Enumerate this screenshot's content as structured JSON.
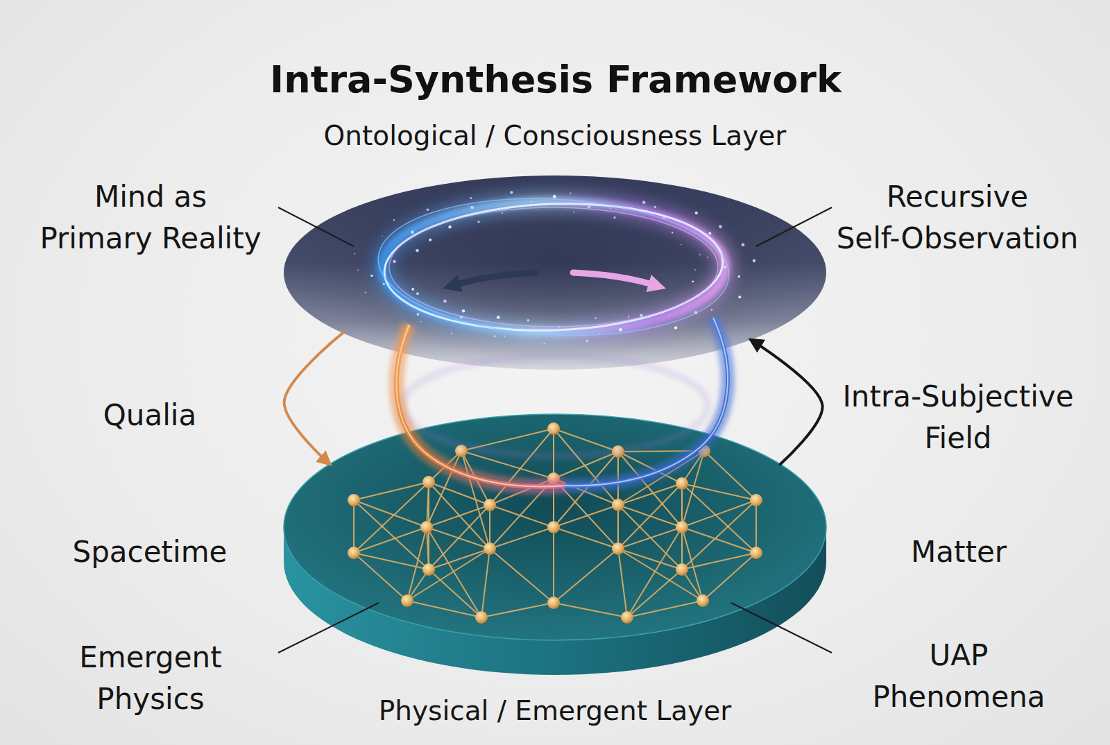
{
  "diagram": {
    "title": "Intra-Synthesis Framework",
    "nodes": [
      {
        "text": [
          "Ontological / Consciousness Layer"
        ]
      },
      {
        "text": [
          "Physical / Emergent Layer"
        ]
      }
    ],
    "edges": [
      {
        "from": 0,
        "to": 1,
        "arrow": "to",
        "label": "Qualia"
      },
      {
        "from": 1,
        "to": 0,
        "arrow": "to",
        "label": "Intra-Subjective Field"
      }
    ],
    "labels": [
      "Mind as Primary Reality",
      "Recursive Self-Observation",
      "Spacetime",
      "Matter",
      "Emergent Physics",
      "UAP Phenomena"
    ]
  }
}
